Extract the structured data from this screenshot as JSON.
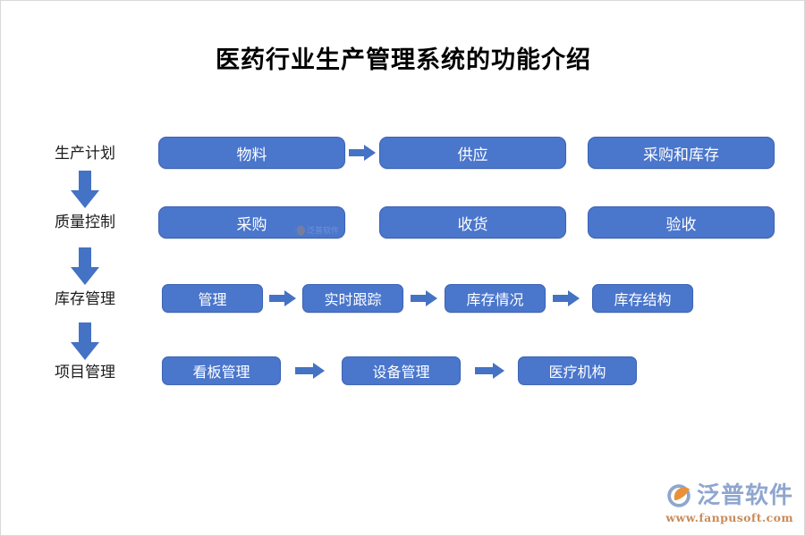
{
  "title": "医药行业生产管理系统的功能介绍",
  "colors": {
    "node_fill": "#4A76CC",
    "node_border": "#3A63B4",
    "arrow": "#4472C4",
    "title_text": "#000000",
    "node_text": "#FFFFFF",
    "brand_name": "#8FA6CF",
    "brand_url": "#C98B5A",
    "background": "#FFFFFF"
  },
  "stages": [
    {
      "label": "生产计划"
    },
    {
      "label": "质量控制"
    },
    {
      "label": "库存管理"
    },
    {
      "label": "项目管理"
    }
  ],
  "stage_connectors": [
    {
      "icon": "down-arrow"
    },
    {
      "icon": "down-arrow"
    },
    {
      "icon": "down-arrow"
    }
  ],
  "rows": [
    {
      "stage": "生产计划",
      "nodes": [
        {
          "label": "物料"
        },
        {
          "label": "供应"
        },
        {
          "label": "采购和库存"
        }
      ],
      "arrows": [
        {
          "after_node": 0,
          "icon": "right-arrow"
        }
      ]
    },
    {
      "stage": "质量控制",
      "nodes": [
        {
          "label": "采购",
          "watermark": true
        },
        {
          "label": "收货"
        },
        {
          "label": "验收"
        }
      ],
      "arrows": []
    },
    {
      "stage": "库存管理",
      "nodes": [
        {
          "label": "管理"
        },
        {
          "label": "实时跟踪"
        },
        {
          "label": "库存情况"
        },
        {
          "label": "库存结构"
        }
      ],
      "arrows": [
        {
          "after_node": 0,
          "icon": "right-arrow"
        },
        {
          "after_node": 1,
          "icon": "right-arrow"
        },
        {
          "after_node": 2,
          "icon": "right-arrow"
        }
      ]
    },
    {
      "stage": "项目管理",
      "nodes": [
        {
          "label": "看板管理"
        },
        {
          "label": "设备管理"
        },
        {
          "label": "医疗机构"
        }
      ],
      "arrows": [
        {
          "after_node": 0,
          "icon": "right-arrow"
        },
        {
          "after_node": 1,
          "icon": "right-arrow"
        }
      ]
    }
  ],
  "watermark": {
    "text": "泛普软件"
  },
  "brand": {
    "name": "泛普软件",
    "url": "www.fanpusoft.com"
  }
}
